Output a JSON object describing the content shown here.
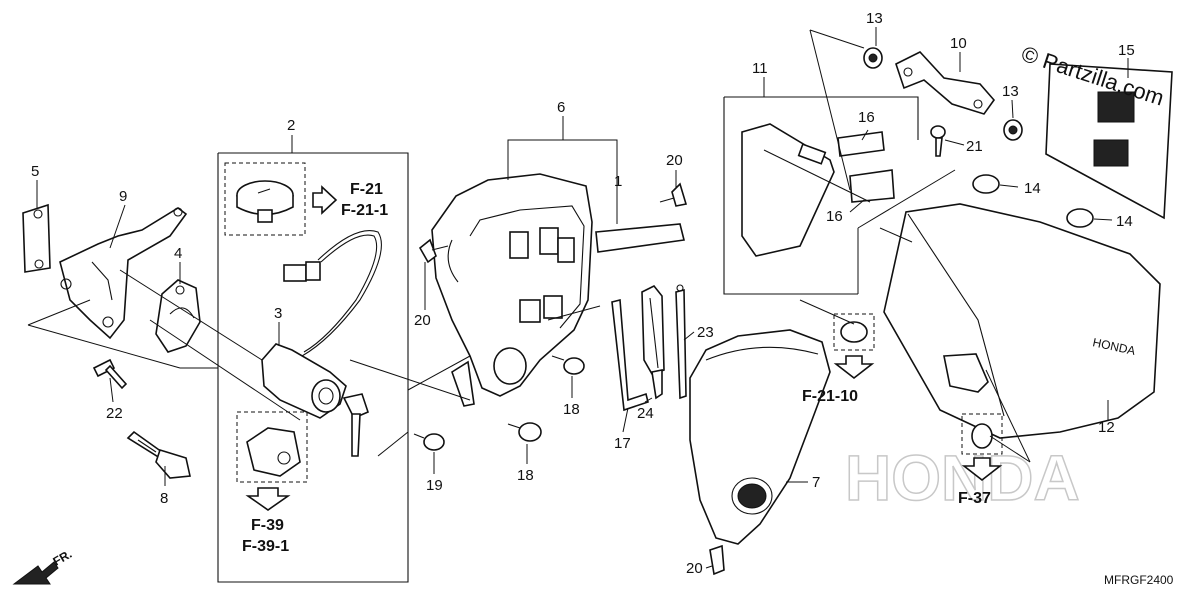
{
  "diagram_code": "MFRGF2400",
  "watermark": "© Partzilla.com",
  "background_text": "HONDA",
  "front_marker": "FR.",
  "callouts": {
    "c1": "1",
    "c2": "2",
    "c3": "3",
    "c4": "4",
    "c5": "5",
    "c6": "6",
    "c7": "7",
    "c8": "8",
    "c9": "9",
    "c10": "10",
    "c11": "11",
    "c12": "12",
    "c13a": "13",
    "c13b": "13",
    "c14a": "14",
    "c14b": "14",
    "c15": "15",
    "c16a": "16",
    "c16b": "16",
    "c17": "17",
    "c18a": "18",
    "c18b": "18",
    "c19": "19",
    "c20a": "20",
    "c20b": "20",
    "c20c": "20",
    "c21": "21",
    "c22": "22",
    "c23": "23",
    "c24": "24"
  },
  "references": {
    "f21": "F-21",
    "f21_1": "F-21-1",
    "f21_10": "F-21-10",
    "f37": "F-37",
    "f39": "F-39",
    "f39_1": "F-39-1"
  }
}
